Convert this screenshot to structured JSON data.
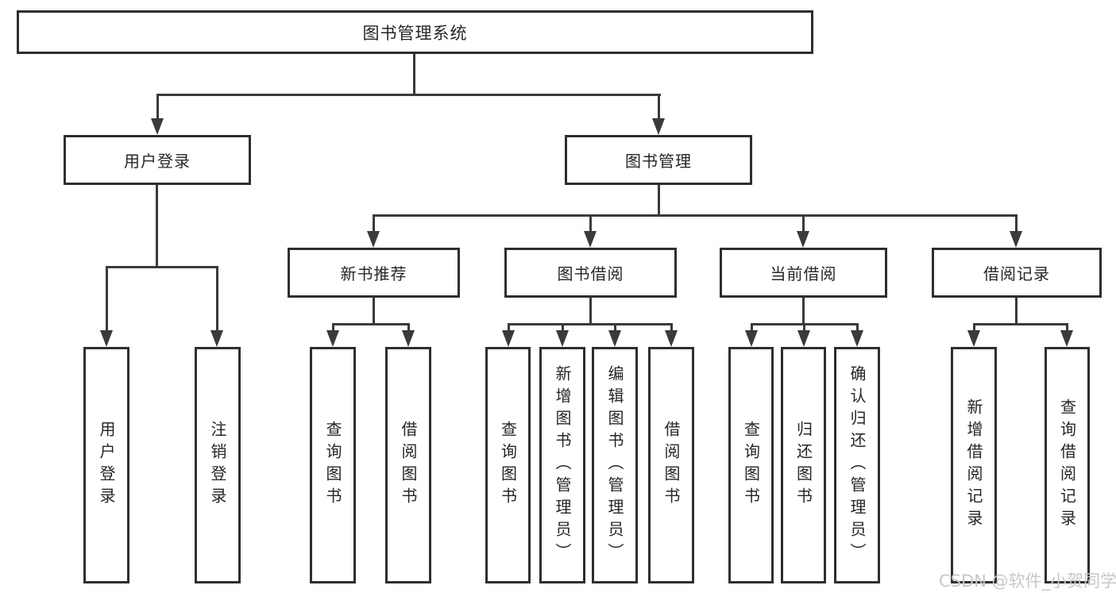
{
  "diagram": {
    "root": {
      "label": "图书管理系统"
    },
    "branches": [
      {
        "label": "用户登录",
        "children": [
          {
            "label": "用户登录"
          },
          {
            "label": "注销登录"
          }
        ]
      },
      {
        "label": "图书管理",
        "children": [
          {
            "label": "新书推荐",
            "children": [
              {
                "label": "查询图书"
              },
              {
                "label": "借阅图书"
              }
            ]
          },
          {
            "label": "图书借阅",
            "children": [
              {
                "label": "查询图书"
              },
              {
                "label": "新增图书（管理员）"
              },
              {
                "label": "编辑图书（管理员）"
              },
              {
                "label": "借阅图书"
              }
            ]
          },
          {
            "label": "当前借阅",
            "children": [
              {
                "label": "查询图书"
              },
              {
                "label": "归还图书"
              },
              {
                "label": "确认归还（管理员）"
              }
            ]
          },
          {
            "label": "借阅记录",
            "children": [
              {
                "label": "新增借阅记录"
              },
              {
                "label": "查询借阅记录"
              }
            ]
          }
        ]
      }
    ]
  },
  "colors": {
    "line": "#3a3a3a",
    "box_border": "#2e2e2e",
    "text": "#262626",
    "background": "#ffffff",
    "watermark": "#c9c6c6"
  },
  "watermark": {
    "text": "CSDN @软件_小贺同学"
  }
}
